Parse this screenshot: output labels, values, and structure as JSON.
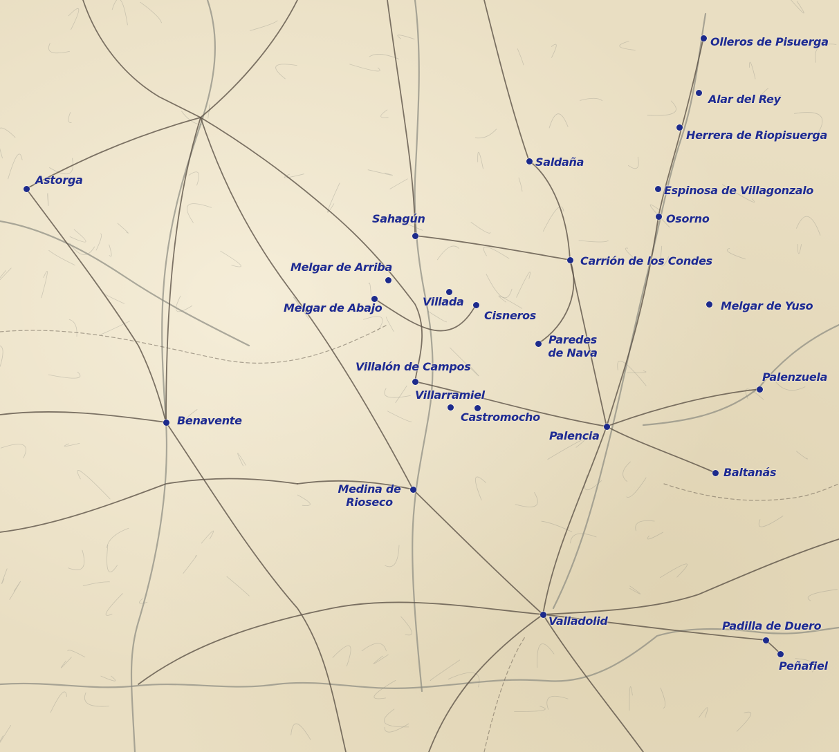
{
  "map": {
    "colors": {
      "paper": "#e9dec2",
      "road": "#5e5448",
      "river": "#8a8a80",
      "label": "#1e2b92",
      "marker": "#1c2a8c"
    },
    "places": [
      {
        "id": "olleros-de-pisuerga",
        "name": "Olleros de Pisuerga"
      },
      {
        "id": "alar-del-rey",
        "name": "Alar del Rey"
      },
      {
        "id": "herrera-de-riopisuerga",
        "name": "Herrera de Riopisuerga"
      },
      {
        "id": "saldana",
        "name": "Saldaña"
      },
      {
        "id": "astorga",
        "name": "Astorga"
      },
      {
        "id": "espinosa-de-villagonzalo",
        "name": "Espinosa de Villagonzalo"
      },
      {
        "id": "sahagun",
        "name": "Sahagún"
      },
      {
        "id": "osorno",
        "name": "Osorno"
      },
      {
        "id": "carrion-de-los-condes",
        "name": "Carrión de los Condes"
      },
      {
        "id": "melgar-de-arriba",
        "name": "Melgar de Arriba"
      },
      {
        "id": "melgar-de-abajo",
        "name": "Melgar de Abajo"
      },
      {
        "id": "villada",
        "name": "Villada"
      },
      {
        "id": "cisneros",
        "name": "Cisneros"
      },
      {
        "id": "melgar-de-yuso",
        "name": "Melgar de Yuso"
      },
      {
        "id": "paredes-de-nava",
        "name": "Paredes de Nava"
      },
      {
        "id": "villalon-de-campos",
        "name": "Villalón de Campos"
      },
      {
        "id": "palenzuela",
        "name": "Palenzuela"
      },
      {
        "id": "villarramiel",
        "name": "Villarramiel"
      },
      {
        "id": "castromocho",
        "name": "Castromocho"
      },
      {
        "id": "benavente",
        "name": "Benavente"
      },
      {
        "id": "palencia",
        "name": "Palencia"
      },
      {
        "id": "baltanas",
        "name": "Baltanás"
      },
      {
        "id": "medina-de-rioseco",
        "name": "Medina de Rioseco"
      },
      {
        "id": "valladolid",
        "name": "Valladolid"
      },
      {
        "id": "padilla-de-duero",
        "name": "Padilla de Duero"
      },
      {
        "id": "penafiel",
        "name": "Peñafiel"
      }
    ]
  }
}
